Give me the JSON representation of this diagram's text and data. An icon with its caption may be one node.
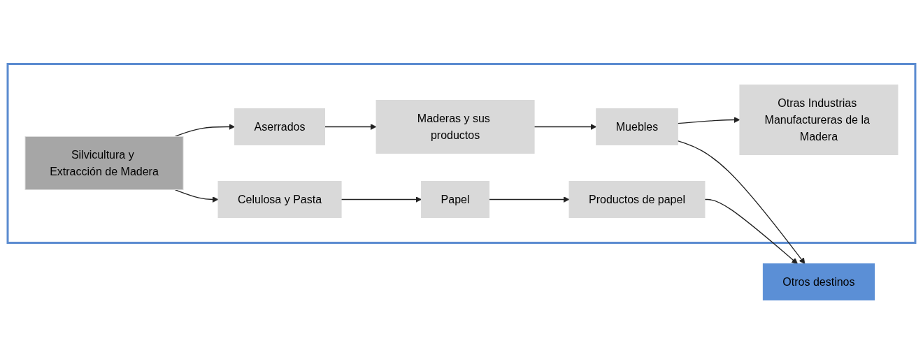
{
  "diagram": {
    "nodes": [
      {
        "text": [],
        "shape": "box"
      },
      {
        "text": [
          "Silvicultura y Extracción de Madera"
        ],
        "in": 0
      },
      {
        "text": [
          "Aserrados"
        ],
        "in": 0
      },
      {
        "text": [
          "Maderas y sus productos"
        ],
        "in": 0
      },
      {
        "text": [
          "Otras Industrias Manufactureras de la Madera"
        ],
        "in": 0
      },
      {
        "text": [
          "Muebles"
        ],
        "in": 0
      },
      {
        "text": [
          "Celulosa y Pasta"
        ],
        "in": 0
      },
      {
        "text": [
          "Papel"
        ],
        "in": 0
      },
      {
        "text": [
          "Productos de papel"
        ],
        "in": 0
      },
      {
        "text": [
          "Otros destinos"
        ]
      }
    ],
    "edges": [
      {
        "from": 1,
        "to": 2,
        "arrow": "to"
      },
      {
        "from": 1,
        "to": 6,
        "arrow": "to"
      },
      {
        "from": 2,
        "to": 3,
        "arrow": "to"
      },
      {
        "from": 3,
        "to": 5,
        "arrow": "to"
      },
      {
        "from": 5,
        "to": 4,
        "arrow": "to"
      },
      {
        "from": 5,
        "to": 9,
        "arrow": "to"
      },
      {
        "from": 6,
        "to": 7,
        "arrow": "to"
      },
      {
        "from": 7,
        "to": 8,
        "arrow": "to"
      },
      {
        "from": 8,
        "to": 9,
        "arrow": "to"
      }
    ]
  }
}
